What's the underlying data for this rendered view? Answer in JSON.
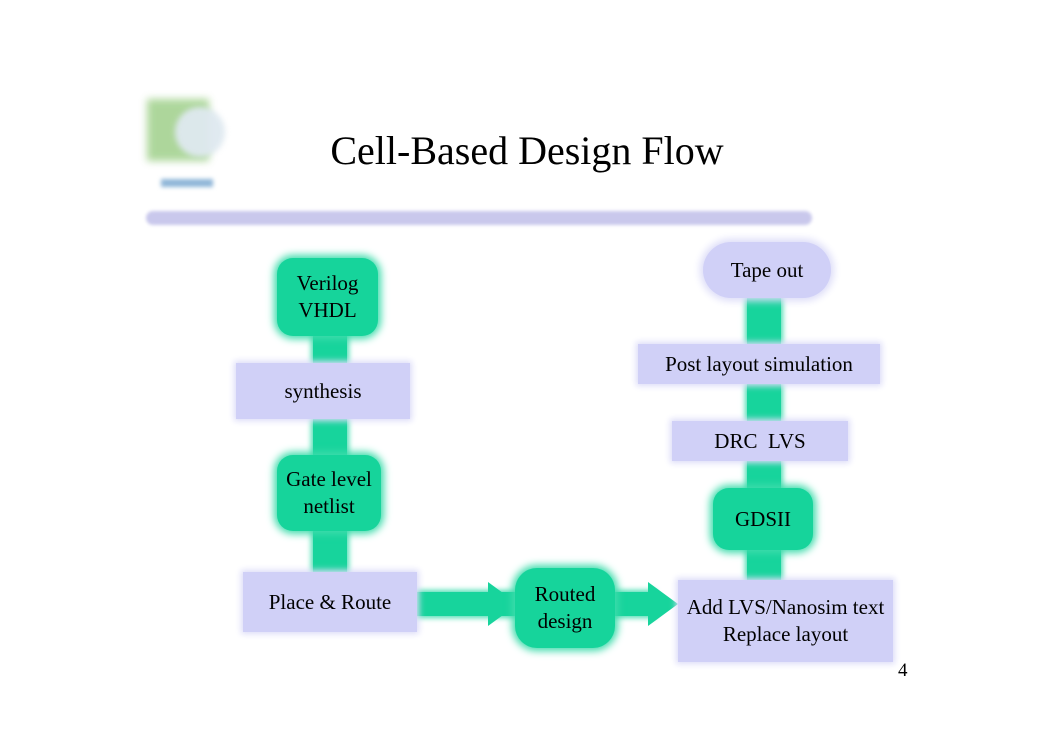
{
  "slide": {
    "title": "Cell-Based Design Flow",
    "page_number": "4"
  },
  "flow": {
    "verilog_line1": "Verilog",
    "verilog_line2": "VHDL",
    "synthesis": "synthesis",
    "gate_line1": "Gate level",
    "gate_line2": "netlist",
    "place_route": "Place & Route",
    "routed_line1": "Routed",
    "routed_line2": "design",
    "add_lvs_line1": "Add LVS/Nanosim text",
    "add_lvs_line2": "Replace layout",
    "gdsii": "GDSII",
    "drc_lvs": "DRC  LVS",
    "post_layout": "Post layout simulation",
    "tape_out": "Tape out"
  },
  "colors": {
    "green": "#16d49b",
    "lavender": "#d0d0f7",
    "rule": "#c9c8ec"
  }
}
